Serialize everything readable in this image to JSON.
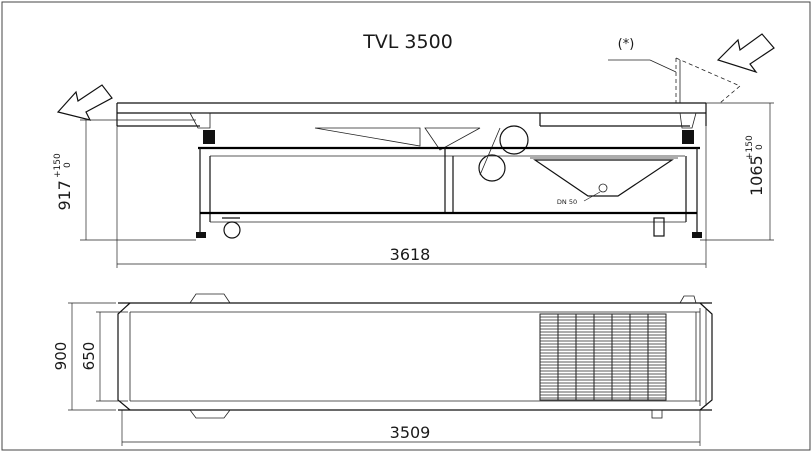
{
  "title": "TVL  3500",
  "annotation_marker": "(*)",
  "side_view": {
    "outlet_label": "DN 50",
    "dim_height_left": "917",
    "dim_height_left_tol_upper": "+150",
    "dim_height_left_tol_lower": "0",
    "dim_height_right": "1065",
    "dim_height_right_tol_upper": "+150",
    "dim_height_right_tol_lower": "0",
    "dim_length": "3618"
  },
  "top_view": {
    "dim_width_outer": "900",
    "dim_width_inner": "650",
    "dim_length": "3509"
  },
  "colors": {
    "line": "#111111",
    "background": "#ffffff",
    "grille": "#222222"
  }
}
